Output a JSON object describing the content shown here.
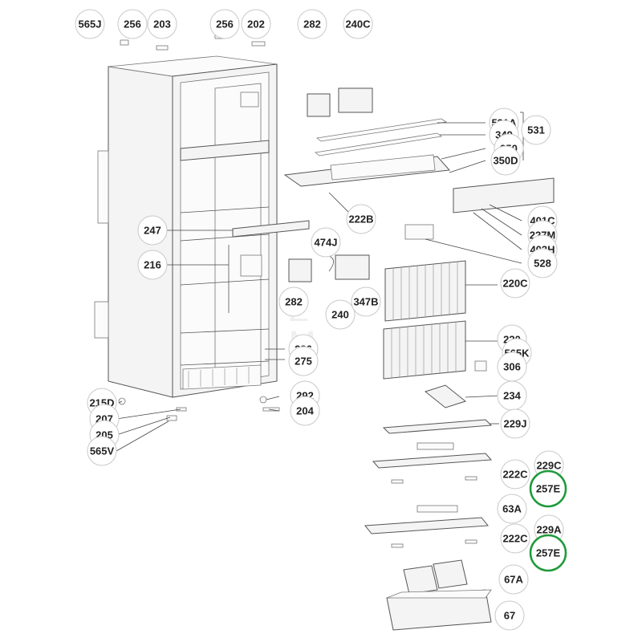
{
  "diagram": {
    "callouts": [
      {
        "id": "c1",
        "label": "565J"
      },
      {
        "id": "c2",
        "label": "256"
      },
      {
        "id": "c3",
        "label": "203"
      },
      {
        "id": "c4",
        "label": "256"
      },
      {
        "id": "c5",
        "label": "202"
      },
      {
        "id": "c6",
        "label": "282"
      },
      {
        "id": "c7",
        "label": "240C"
      },
      {
        "id": "c8",
        "label": "531A"
      },
      {
        "id": "c9",
        "label": "349"
      },
      {
        "id": "c10",
        "label": "531"
      },
      {
        "id": "c11",
        "label": "350"
      },
      {
        "id": "c12",
        "label": "350D"
      },
      {
        "id": "c13",
        "label": "222B"
      },
      {
        "id": "c14",
        "label": "401C"
      },
      {
        "id": "c15",
        "label": "227M"
      },
      {
        "id": "c16",
        "label": "403H"
      },
      {
        "id": "c17",
        "label": "528"
      },
      {
        "id": "c18",
        "label": "247"
      },
      {
        "id": "c19",
        "label": "474J"
      },
      {
        "id": "c20",
        "label": "216"
      },
      {
        "id": "c21",
        "label": "282"
      },
      {
        "id": "c22",
        "label": "240"
      },
      {
        "id": "c23",
        "label": "347B"
      },
      {
        "id": "c24",
        "label": "220C"
      },
      {
        "id": "c25",
        "label": "286"
      },
      {
        "id": "c26",
        "label": "275"
      },
      {
        "id": "c27",
        "label": "220"
      },
      {
        "id": "c28",
        "label": "565K"
      },
      {
        "id": "c29",
        "label": "306"
      },
      {
        "id": "c30",
        "label": "215D"
      },
      {
        "id": "c31",
        "label": "292"
      },
      {
        "id": "c32",
        "label": "234"
      },
      {
        "id": "c33",
        "label": "207"
      },
      {
        "id": "c34",
        "label": "204"
      },
      {
        "id": "c35",
        "label": "205"
      },
      {
        "id": "c36",
        "label": "229J"
      },
      {
        "id": "c37",
        "label": "565V"
      },
      {
        "id": "c38",
        "label": "229C"
      },
      {
        "id": "c39",
        "label": "222C"
      },
      {
        "id": "c40",
        "label": "257E"
      },
      {
        "id": "c41",
        "label": "63A"
      },
      {
        "id": "c42",
        "label": "229A"
      },
      {
        "id": "c43",
        "label": "222C"
      },
      {
        "id": "c44",
        "label": "257E"
      },
      {
        "id": "c45",
        "label": "67A"
      },
      {
        "id": "c46",
        "label": "67"
      }
    ],
    "highlight_color": "#1f9a3a",
    "callout_border_color": "#c9c9c9"
  }
}
